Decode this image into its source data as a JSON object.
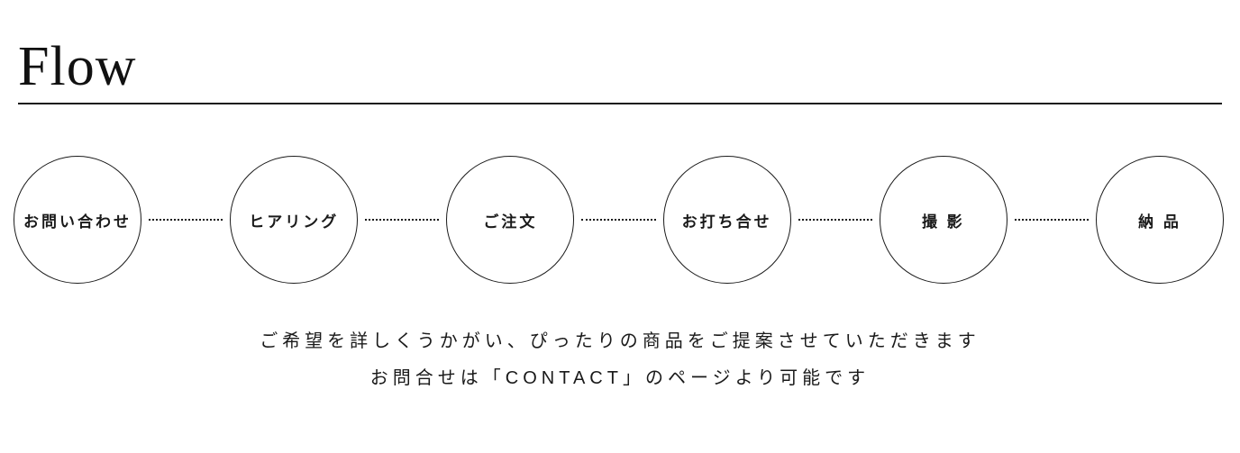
{
  "header": {
    "title": "Flow"
  },
  "flow_steps": [
    {
      "label": "お問い合わせ"
    },
    {
      "label": "ヒアリング"
    },
    {
      "label": "ご注文"
    },
    {
      "label": "お打ち合せ"
    },
    {
      "label": "撮 影"
    },
    {
      "label": "納 品"
    }
  ],
  "description": {
    "line1": "ご希望を詳しくうかがい、ぴったりの商品をご提案させていただきます",
    "line2": "お問合せは「CONTACT」のページより可能です"
  },
  "colors": {
    "text": "#1a1a1a",
    "line": "#1a1a1a",
    "background": "#ffffff"
  }
}
